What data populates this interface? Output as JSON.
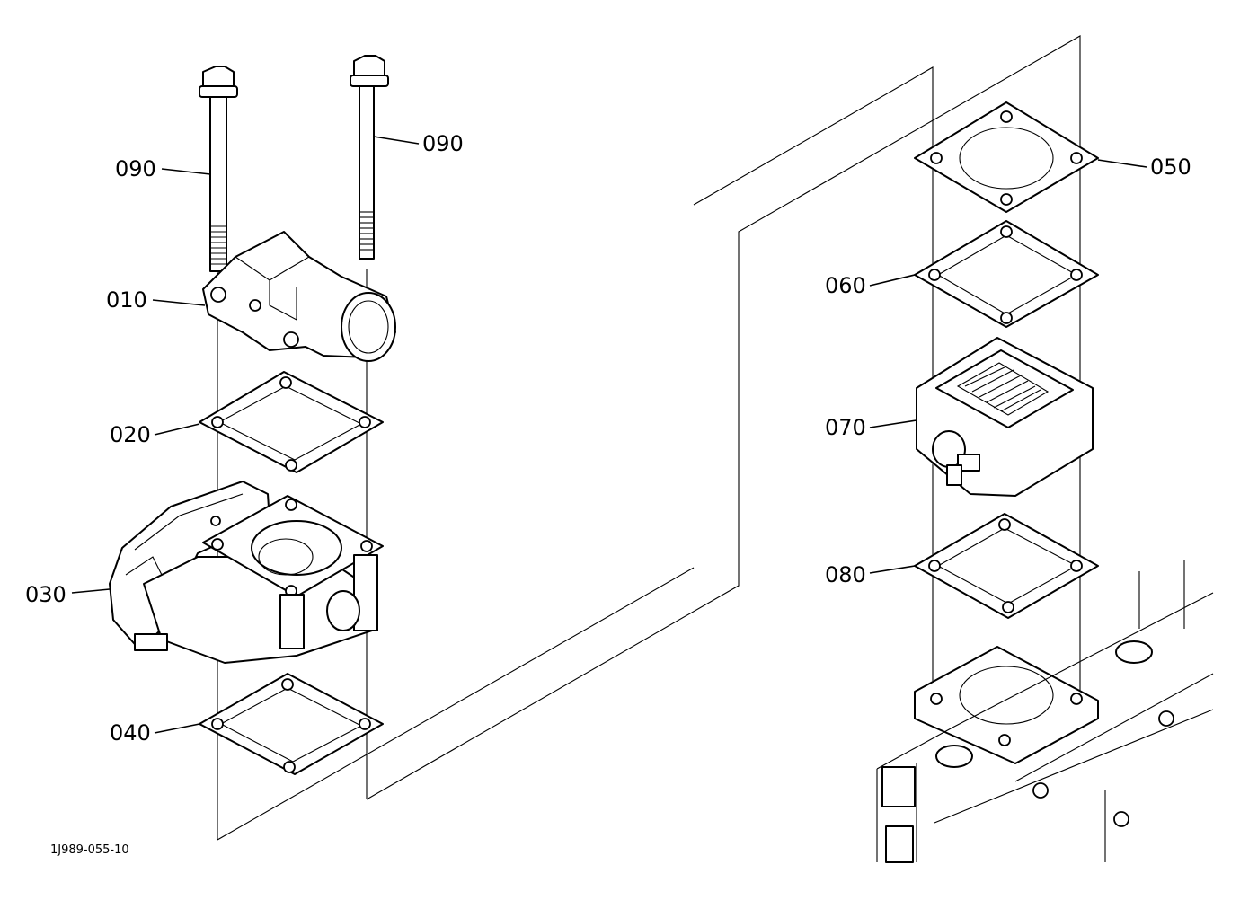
{
  "diagram_code": "1J989-055-10",
  "callouts": [
    {
      "id": "bolt-left",
      "label": "090"
    },
    {
      "id": "bolt-right",
      "label": "090"
    },
    {
      "id": "elbow",
      "label": "010"
    },
    {
      "id": "gasket-1",
      "label": "020"
    },
    {
      "id": "valve",
      "label": "030"
    },
    {
      "id": "gasket-2",
      "label": "040"
    },
    {
      "id": "flange-gasket",
      "label": "050"
    },
    {
      "id": "gasket-3",
      "label": "060"
    },
    {
      "id": "heater",
      "label": "070"
    },
    {
      "id": "gasket-4",
      "label": "080"
    }
  ]
}
